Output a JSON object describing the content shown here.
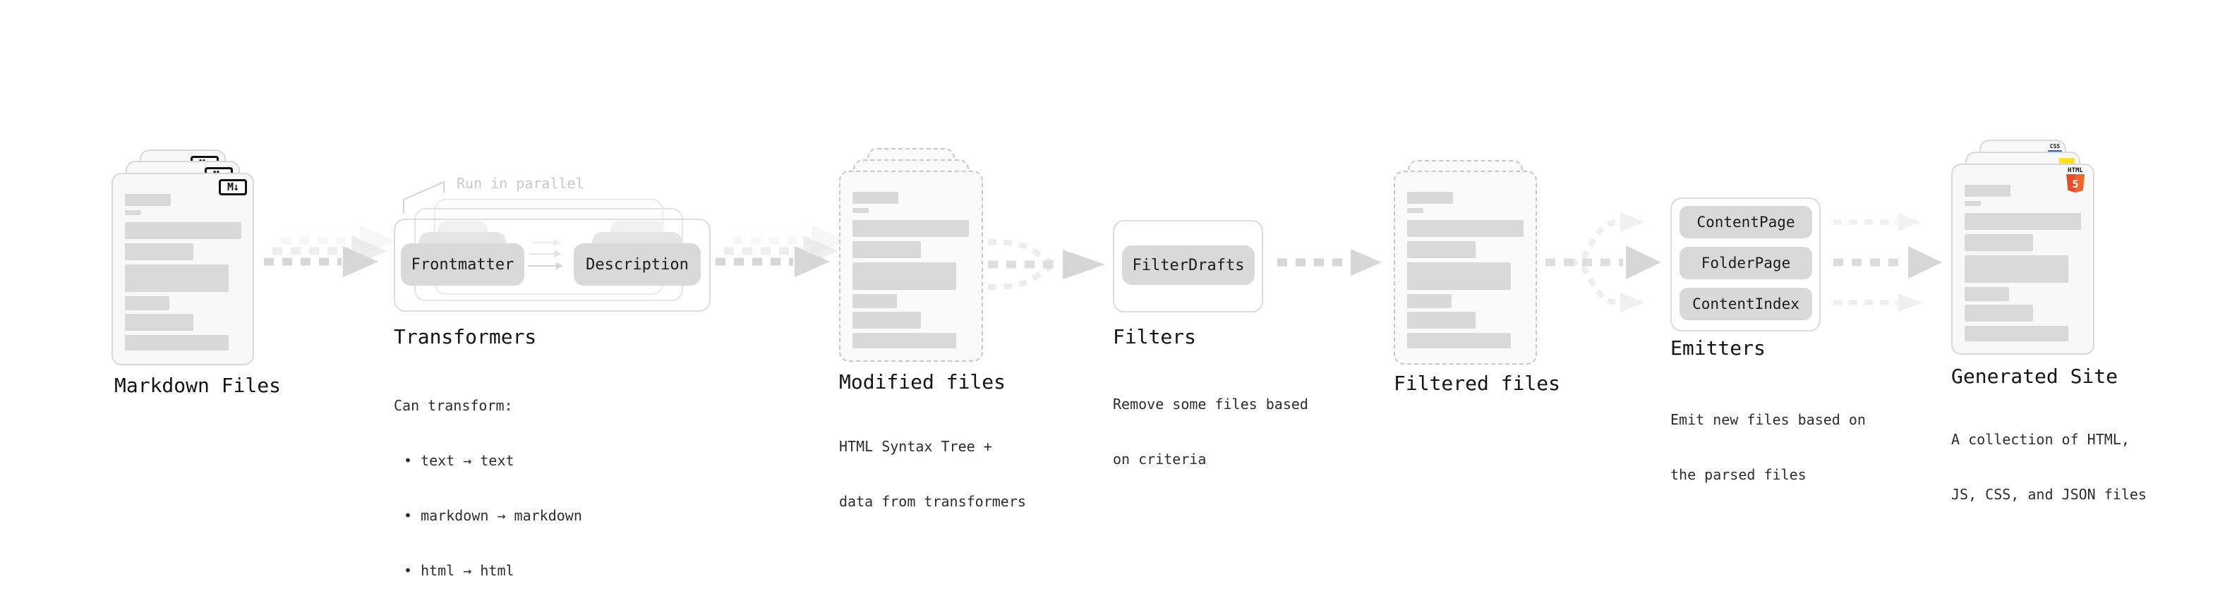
{
  "diagram": {
    "stages": {
      "markdown_files": {
        "label": "Markdown Files",
        "badge": "M↓"
      },
      "transformers": {
        "label": "Transformers",
        "annotation": "Run in parallel",
        "pill_frontmatter": "Frontmatter",
        "pill_description": "Description",
        "desc_title": "Can transform:",
        "bullets": [
          "• text → text",
          "• markdown → markdown",
          "• html → html"
        ]
      },
      "modified_files": {
        "label": "Modified files",
        "desc": [
          "HTML Syntax Tree +",
          "data from transformers"
        ]
      },
      "filters": {
        "label": "Filters",
        "pill": "FilterDrafts",
        "desc": [
          "Remove some files based",
          "on criteria"
        ]
      },
      "filtered_files": {
        "label": "Filtered files"
      },
      "emitters": {
        "label": "Emitters",
        "pills": [
          "ContentPage",
          "FolderPage",
          "ContentIndex"
        ],
        "desc": [
          "Emit new files based on",
          "the parsed files"
        ]
      },
      "generated_site": {
        "label": "Generated Site",
        "badge_html": "HTML",
        "badge_html_number": "5",
        "badge_css": "CSS",
        "desc": [
          "A collection of HTML,",
          "JS, CSS, and JSON files"
        ]
      }
    },
    "colors": {
      "html5_orange": "#e44d26",
      "html5_orange_light": "#f16529",
      "js_yellow": "#ffdf1e",
      "css_blue": "#2b5fe3",
      "ink": "#141414",
      "muted_annotation": "#c9c9c9",
      "card_fill": "#f8f8f8",
      "bar_fill": "#d9d9d9"
    }
  }
}
